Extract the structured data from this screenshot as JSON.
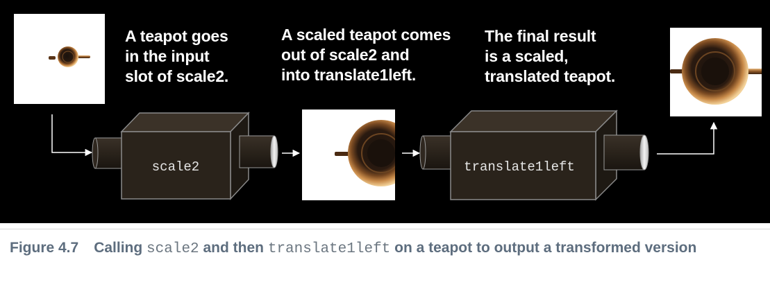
{
  "annotations": {
    "input": "A teapot goes\nin the input\nslot of scale2.",
    "middle": "A scaled teapot comes\nout of scale2 and\ninto translate1left.",
    "final": "The final result\nis a scaled,\ntranslated teapot."
  },
  "boxes": {
    "scale2_label": "scale2",
    "translate_label": "translate1left"
  },
  "images": {
    "input_image": "teapot-original-thumbnail",
    "scaled_image": "teapot-scaled-thumbnail",
    "final_image": "teapot-scaled-translated-thumbnail"
  },
  "caption": {
    "figure_number": "Figure 4.7",
    "text_1": "Calling ",
    "code_1": "scale2",
    "text_2": " and then ",
    "code_2": "translate1left",
    "text_3": " on a teapot to output a transformed version"
  },
  "colors": {
    "panel_background": "#000000",
    "box_face": "#2a231b",
    "box_top": "#3b3228",
    "box_side": "#1e1913",
    "box_edge": "#8a8a8a",
    "caption_text": "#5d6d7e"
  }
}
